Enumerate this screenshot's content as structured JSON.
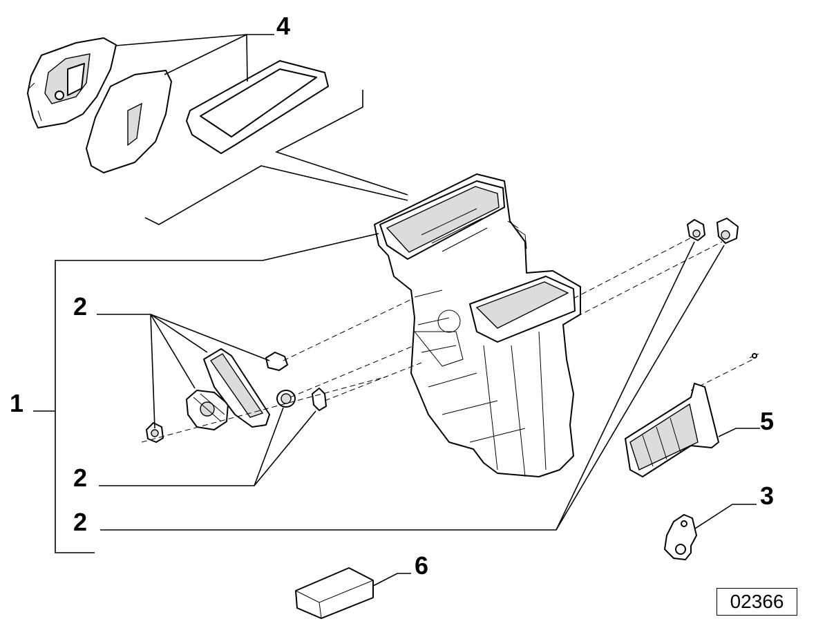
{
  "callouts": {
    "c1": "1",
    "c2a": "2",
    "c2b": "2",
    "c2c": "2",
    "c3": "3",
    "c4": "4",
    "c5": "5",
    "c6": "6"
  },
  "reference_code": "02366"
}
